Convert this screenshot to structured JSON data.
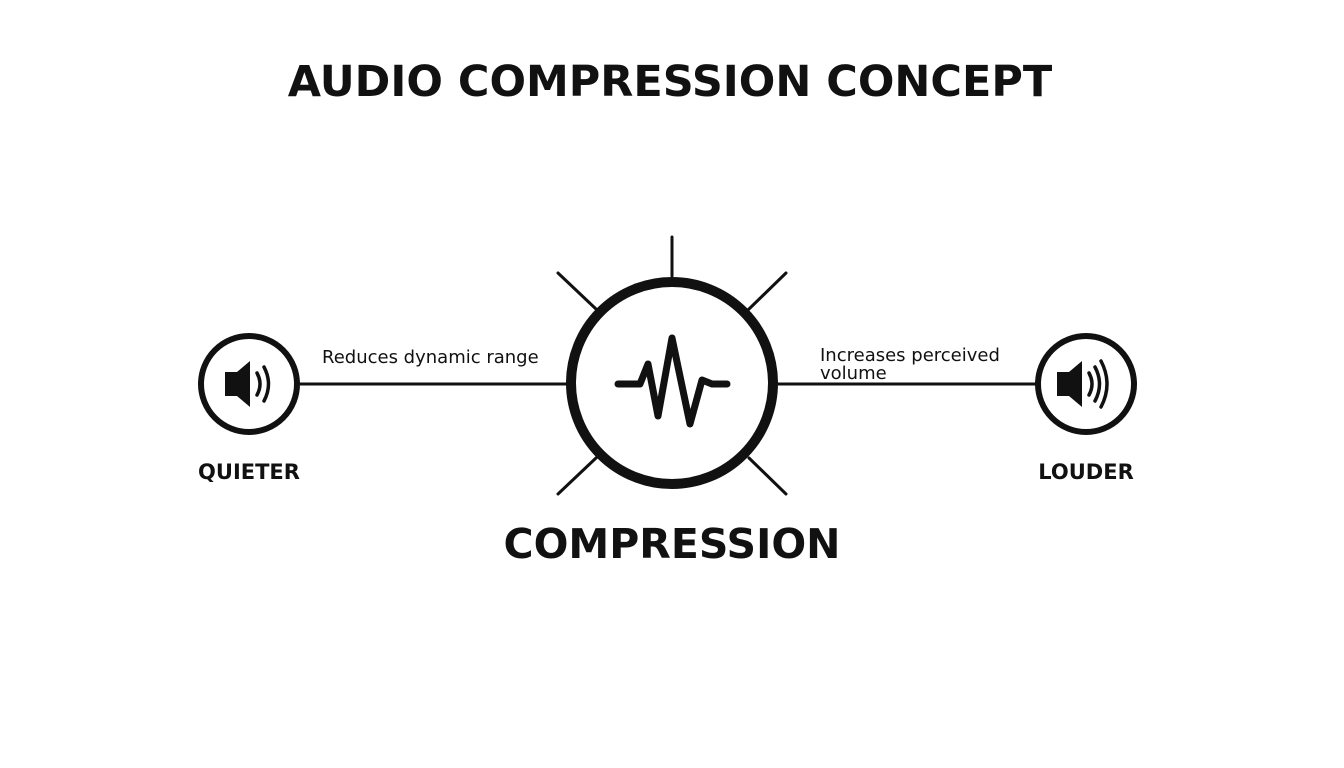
{
  "title": "AUDIO COMPRESSION CONCEPT",
  "nodes": {
    "left": {
      "label": "QUIETER",
      "icon": "speaker-quiet-icon"
    },
    "center": {
      "label": "COMPRESSION",
      "icon": "waveform-icon"
    },
    "right": {
      "label": "LOUDER",
      "icon": "speaker-loud-icon"
    }
  },
  "edges": {
    "left": {
      "label": "Reduces dynamic range"
    },
    "right": {
      "label_line1": "Increases perceived",
      "label_line2": "volume"
    }
  },
  "colors": {
    "stroke": "#111111",
    "background": "#ffffff"
  }
}
